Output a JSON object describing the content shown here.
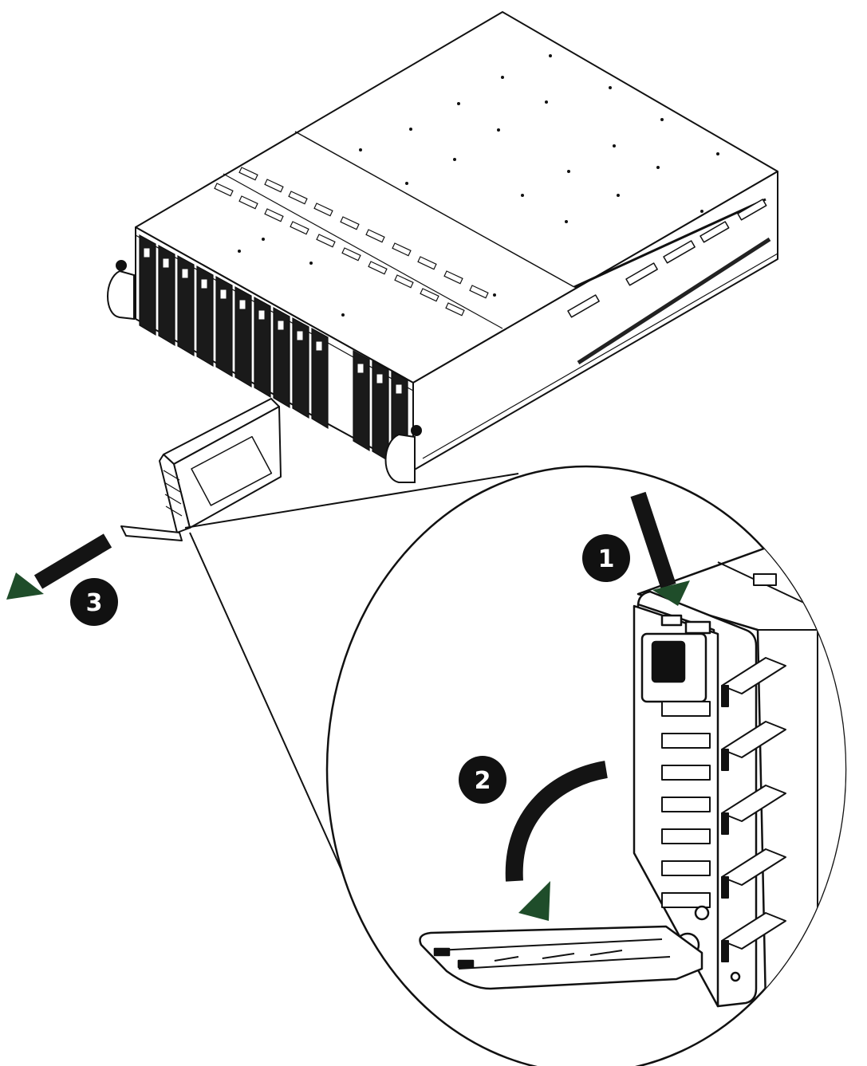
{
  "steps": [
    {
      "number": "1",
      "action": "press-release-button"
    },
    {
      "number": "2",
      "action": "swing-handle-open"
    },
    {
      "number": "3",
      "action": "pull-drive-out"
    }
  ],
  "colors": {
    "line": "#111111",
    "fill": "#ffffff",
    "bay": "#1a1a1a",
    "arrow_body": "#141414",
    "arrow_head": "#1f4d2a",
    "badge": "#111111"
  },
  "icons": {
    "chassis": "server-chassis-icon",
    "drive_tray": "drive-tray-icon",
    "magnifier": "zoom-callout-icon"
  }
}
